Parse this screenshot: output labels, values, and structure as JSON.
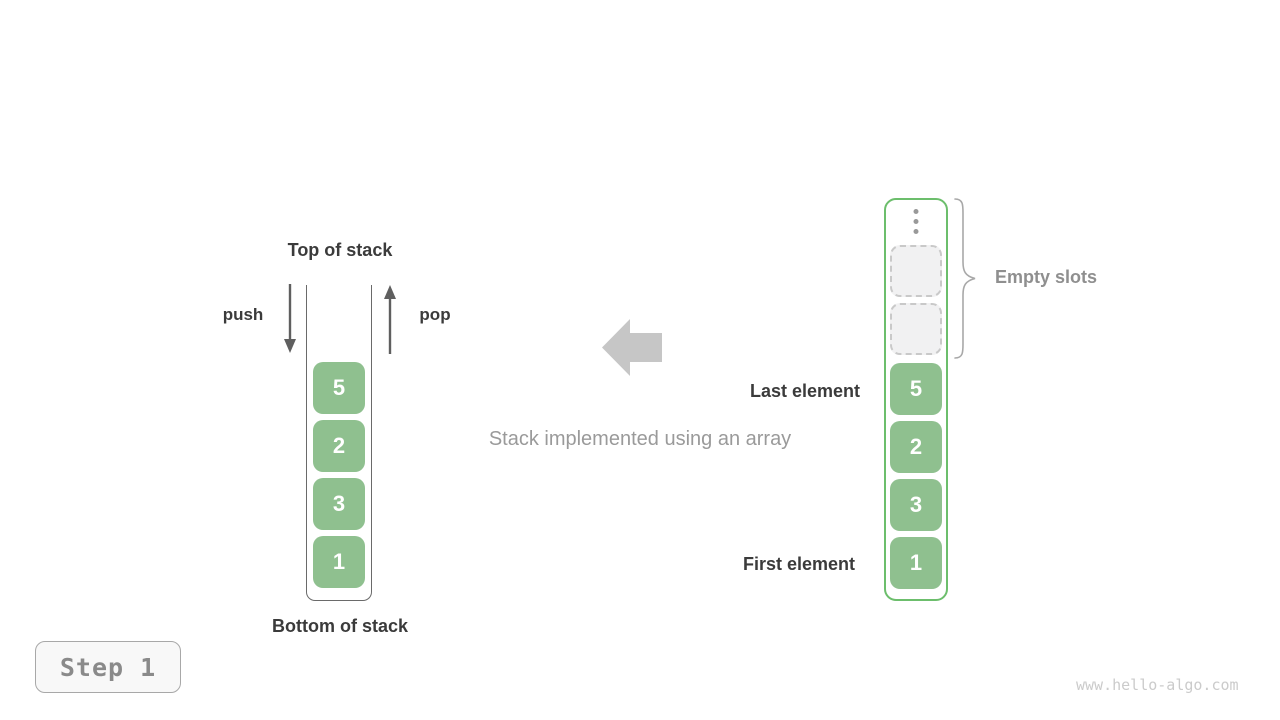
{
  "colors": {
    "cell_green": "#8fc08f",
    "cell_text": "#ffffff",
    "array_border_green": "#6cbe6c",
    "slot_bg": "#f1f1f2",
    "slot_border": "#c9c9c9",
    "wall_color": "#6a6a6a",
    "small_arrow": "#5f5f5f",
    "big_arrow": "#c6c6c6",
    "brace_color": "#a8a8a8",
    "dot_color": "#999999",
    "dark_text": "#3b3b3b",
    "muted_text": "#9a9a9a",
    "gray_label": "#8f8f8f",
    "step_bg": "#f8f8f8",
    "step_border": "#a8a8a8",
    "step_text": "#8a8a8a",
    "watermark_color": "#cbcbcb"
  },
  "left_stack": {
    "title": "Top of stack",
    "bottom_label": "Bottom of stack",
    "push_label": "push",
    "pop_label": "pop",
    "values": [
      "5",
      "2",
      "3",
      "1"
    ]
  },
  "center": {
    "caption": "Stack implemented using an array"
  },
  "right_array": {
    "values": [
      "5",
      "2",
      "3",
      "1"
    ],
    "empty_slot_count": 2,
    "empty_slots_label": "Empty slots",
    "last_element_label": "Last element",
    "first_element_label": "First element"
  },
  "footer": {
    "step_label": "Step 1",
    "watermark": "www.hello-algo.com"
  }
}
